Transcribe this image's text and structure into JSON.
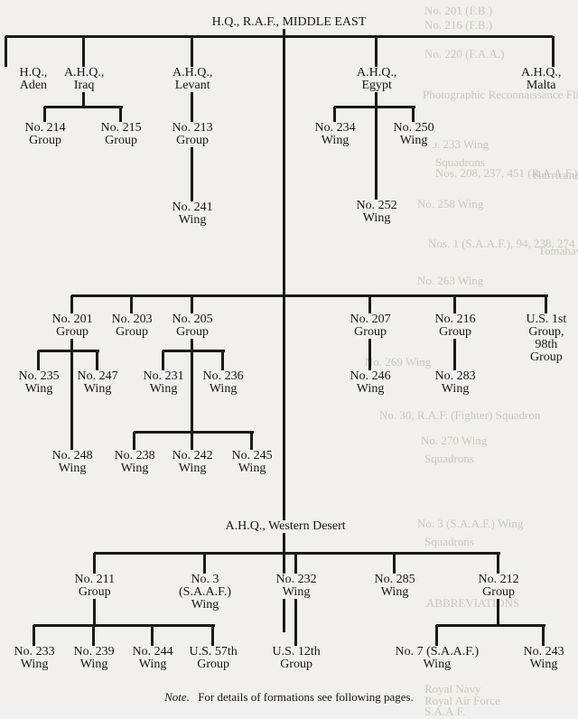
{
  "diagram": {
    "title": "H.Q., R.A.F., MIDDLE EAST",
    "note": {
      "label": "Note.",
      "text": "For details of formations see following pages."
    },
    "nodes": [
      {
        "id": "hq-aden",
        "lines": [
          "H.Q.,",
          "Aden"
        ]
      },
      {
        "id": "ahq-iraq",
        "lines": [
          "A.H.Q.,",
          "Iraq"
        ]
      },
      {
        "id": "ahq-levant",
        "lines": [
          "A.H.Q.,",
          "Levant"
        ]
      },
      {
        "id": "ahq-egypt",
        "lines": [
          "A.H.Q.,",
          "Egypt"
        ]
      },
      {
        "id": "ahq-malta",
        "lines": [
          "A.H.Q.,",
          "Malta"
        ]
      },
      {
        "id": "g214",
        "lines": [
          "No. 214",
          "Group"
        ]
      },
      {
        "id": "g215",
        "lines": [
          "No. 215",
          "Group"
        ]
      },
      {
        "id": "g213",
        "lines": [
          "No. 213",
          "Group"
        ]
      },
      {
        "id": "w234",
        "lines": [
          "No. 234",
          "Wing"
        ]
      },
      {
        "id": "w250",
        "lines": [
          "No. 250",
          "Wing"
        ]
      },
      {
        "id": "w241",
        "lines": [
          "No. 241",
          "Wing"
        ]
      },
      {
        "id": "w252",
        "lines": [
          "No. 252",
          "Wing"
        ]
      },
      {
        "id": "g201",
        "lines": [
          "No. 201",
          "Group"
        ]
      },
      {
        "id": "g203",
        "lines": [
          "No. 203",
          "Group"
        ]
      },
      {
        "id": "g205",
        "lines": [
          "No. 205",
          "Group"
        ]
      },
      {
        "id": "g207",
        "lines": [
          "No. 207",
          "Group"
        ]
      },
      {
        "id": "g216",
        "lines": [
          "No. 216",
          "Group"
        ]
      },
      {
        "id": "us1",
        "lines": [
          "U.S. 1st",
          "Group,",
          "98th",
          "Group"
        ]
      },
      {
        "id": "w235",
        "lines": [
          "No. 235",
          "Wing"
        ]
      },
      {
        "id": "w247",
        "lines": [
          "No. 247",
          "Wing"
        ]
      },
      {
        "id": "w231",
        "lines": [
          "No. 231",
          "Wing"
        ]
      },
      {
        "id": "w236",
        "lines": [
          "No. 236",
          "Wing"
        ]
      },
      {
        "id": "w246",
        "lines": [
          "No. 246",
          "Wing"
        ]
      },
      {
        "id": "w283",
        "lines": [
          "No. 283",
          "Wing"
        ]
      },
      {
        "id": "w248",
        "lines": [
          "No. 248",
          "Wing"
        ]
      },
      {
        "id": "w238",
        "lines": [
          "No. 238",
          "Wing"
        ]
      },
      {
        "id": "w242",
        "lines": [
          "No. 242",
          "Wing"
        ]
      },
      {
        "id": "w245",
        "lines": [
          "No. 245",
          "Wing"
        ]
      },
      {
        "id": "ahq-wd",
        "lines": [
          "A.H.Q., Western Desert"
        ]
      },
      {
        "id": "g211",
        "lines": [
          "No. 211",
          "Group"
        ]
      },
      {
        "id": "w3saaf",
        "lines": [
          "No. 3",
          "(S.A.A.F.)",
          "Wing"
        ]
      },
      {
        "id": "w232",
        "lines": [
          "No. 232",
          "Wing"
        ]
      },
      {
        "id": "w285",
        "lines": [
          "No. 285",
          "Wing"
        ]
      },
      {
        "id": "g212",
        "lines": [
          "No. 212",
          "Group"
        ]
      },
      {
        "id": "w233",
        "lines": [
          "No. 233",
          "Wing"
        ]
      },
      {
        "id": "w239",
        "lines": [
          "No. 239",
          "Wing"
        ]
      },
      {
        "id": "w244",
        "lines": [
          "No. 244",
          "Wing"
        ]
      },
      {
        "id": "us57",
        "lines": [
          "U.S. 57th",
          "Group"
        ]
      },
      {
        "id": "us12",
        "lines": [
          "U.S. 12th",
          "Group"
        ]
      },
      {
        "id": "w7saaf",
        "lines": [
          "No. 7 (S.A.A.F.)",
          "Wing"
        ]
      },
      {
        "id": "w243",
        "lines": [
          "No. 243",
          "Wing"
        ]
      }
    ],
    "bleed_through": [
      "No. 201 (F.B.)",
      "No. 216 (F.B.)",
      "No. 220 (F.A.A.)",
      "Photographic Reconnaissance Flight",
      "No. 233 Wing",
      "Squadrons",
      "Nos. 208, 237, 451 (R.A.A.F.)",
      "Hurricane",
      "No. 258 Wing",
      "Nos. 1 (S.A.A.F.), 94, 238, 274",
      "Tomahawk",
      "No. 263 Wing",
      "No. 269 Wing",
      "No. 30, R.A.F. (Fighter) Squadron",
      "No. 270 Wing",
      "Squadrons",
      "No. 3 (S.A.A.F.) Wing",
      "Squadrons",
      "ABBREVIATIONS",
      "Royal Navy",
      "Royal Air Force",
      "S.A.A.F."
    ]
  }
}
